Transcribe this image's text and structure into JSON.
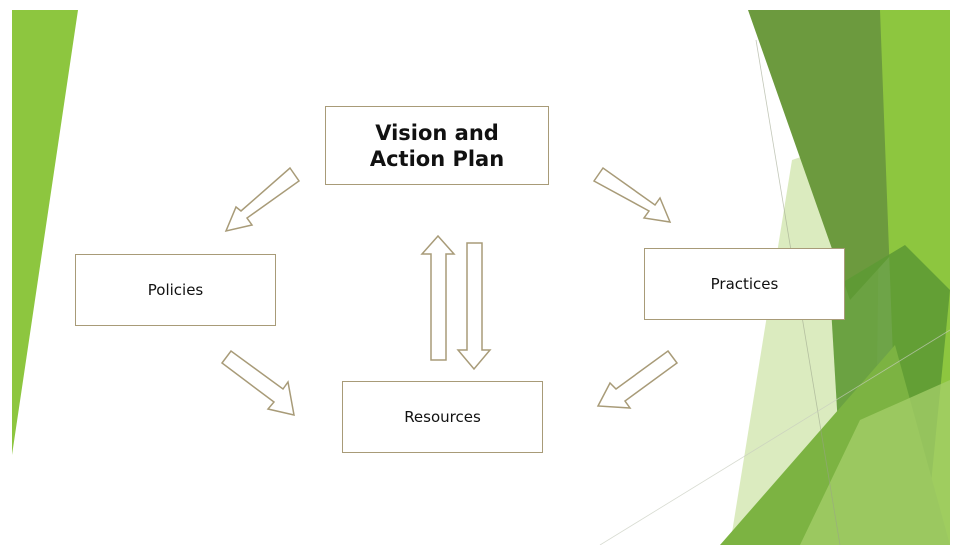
{
  "slide": {
    "theme_colors": {
      "lime": "#8dc63f",
      "green": "#7aa442",
      "dark_green": "#4f8a2e",
      "pale_green": "#d5e8b4",
      "box_border": "#a89b78",
      "text": "#111111"
    }
  },
  "diagram": {
    "nodes": {
      "vision": "Vision and\nAction Plan",
      "policies": "Policies",
      "practices": "Practices",
      "resources": "Resources"
    },
    "edges": [
      {
        "from": "vision",
        "to": "policies"
      },
      {
        "from": "vision",
        "to": "practices"
      },
      {
        "from": "policies",
        "to": "resources"
      },
      {
        "from": "practices",
        "to": "resources"
      },
      {
        "from": "resources",
        "to": "vision"
      },
      {
        "from": "vision",
        "to": "resources"
      }
    ]
  }
}
